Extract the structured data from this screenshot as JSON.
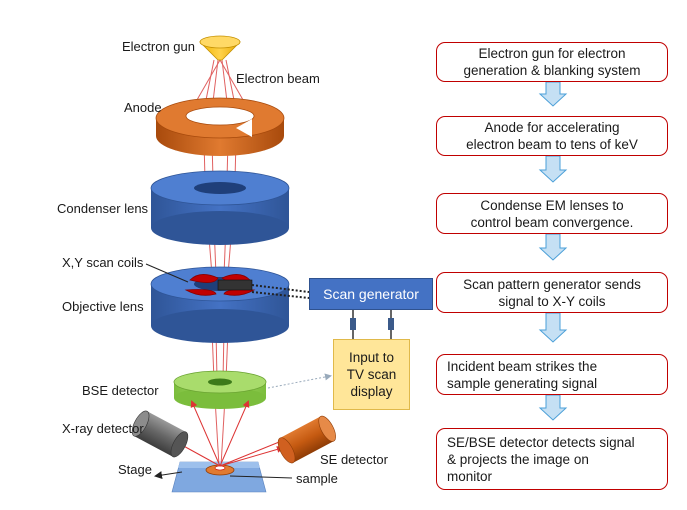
{
  "labels": {
    "electron_gun": "Electron gun",
    "electron_beam": "Electron beam",
    "anode": "Anode",
    "condenser_lens": "Condenser lens",
    "xy_scan_coils": "X,Y scan coils",
    "objective_lens": "Objective lens",
    "bse_detector": "BSE detector",
    "xray_detector": "X-ray detector",
    "stage": "Stage",
    "se_detector": "SE detector",
    "sample": "sample"
  },
  "scan_generator": "Scan generator",
  "tv_display": {
    "line1": "Input to",
    "line2": "TV scan",
    "line3": "display"
  },
  "steps": [
    {
      "line1": "Electron gun for electron",
      "line2": "generation & blanking system"
    },
    {
      "line1": "Anode for accelerating",
      "line2": "electron beam to tens of keV"
    },
    {
      "line1": "Condense EM lenses to",
      "line2": "control beam convergence."
    },
    {
      "line1": "Scan pattern generator sends",
      "line2": "signal to X-Y coils"
    },
    {
      "line1": "Incident beam strikes the",
      "line2": "sample generating signal"
    },
    {
      "line1": "SE/BSE detector detects signal",
      "line2": "& projects the image on",
      "line3": "monitor"
    }
  ],
  "colors": {
    "lens_blue": "#4472c4",
    "anode_orange": "#c55a11",
    "gun_yellow": "#ffc000",
    "bse_green": "#92d050",
    "step_border": "#c00000",
    "arrow_fill": "#c5e0f4",
    "beam_red": "#e06060"
  }
}
